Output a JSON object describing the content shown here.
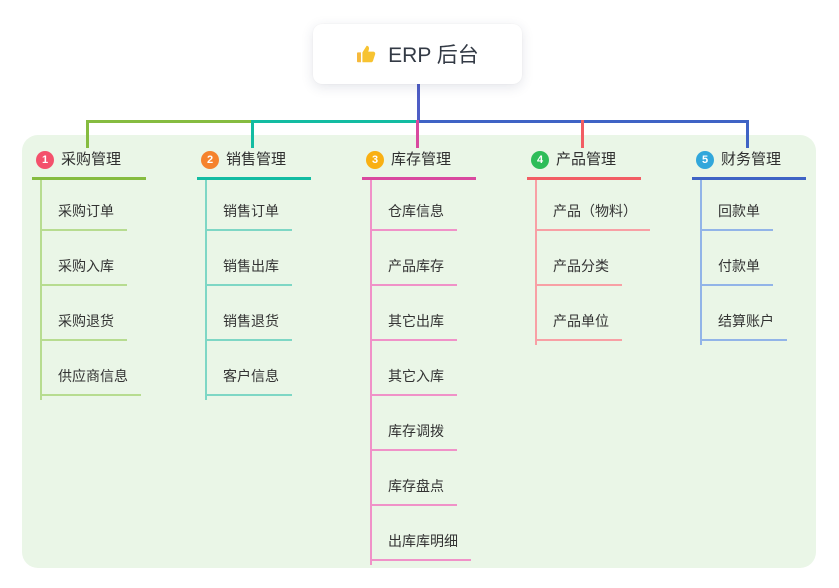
{
  "root": {
    "label": "ERP 后台",
    "icon": "thumbs-up-icon",
    "icon_color": "#F6B93B"
  },
  "colors": {
    "panel_bg": "#EAF6E7",
    "root_line": "#4F5EC6",
    "text": "#333333"
  },
  "branches": [
    {
      "num": "1",
      "label": "采购管理",
      "badge_color": "#F4516C",
      "line_color": "#86BC40",
      "light_color": "#B7DC90",
      "children": [
        "采购订单",
        "采购入库",
        "采购退货",
        "供应商信息"
      ]
    },
    {
      "num": "2",
      "label": "销售管理",
      "badge_color": "#F5832D",
      "line_color": "#13BCA2",
      "light_color": "#7ED7C5",
      "children": [
        "销售订单",
        "销售出库",
        "销售退货",
        "客户信息"
      ]
    },
    {
      "num": "3",
      "label": "库存管理",
      "badge_color": "#F9B013",
      "line_color": "#D9499F",
      "light_color": "#F092C8",
      "children": [
        "仓库信息",
        "产品库存",
        "其它出库",
        "其它入库",
        "库存调拨",
        "库存盘点",
        "出库库明细"
      ]
    },
    {
      "num": "4",
      "label": "产品管理",
      "badge_color": "#2EBD59",
      "line_color": "#F25D64",
      "light_color": "#F8A0A5",
      "children": [
        "产品（物料）",
        "产品分类",
        "产品单位"
      ]
    },
    {
      "num": "5",
      "label": "财务管理",
      "badge_color": "#31A7DB",
      "line_color": "#3F63C5",
      "light_color": "#92B4E8",
      "children": [
        "回款单",
        "付款单",
        "结算账户"
      ]
    }
  ]
}
